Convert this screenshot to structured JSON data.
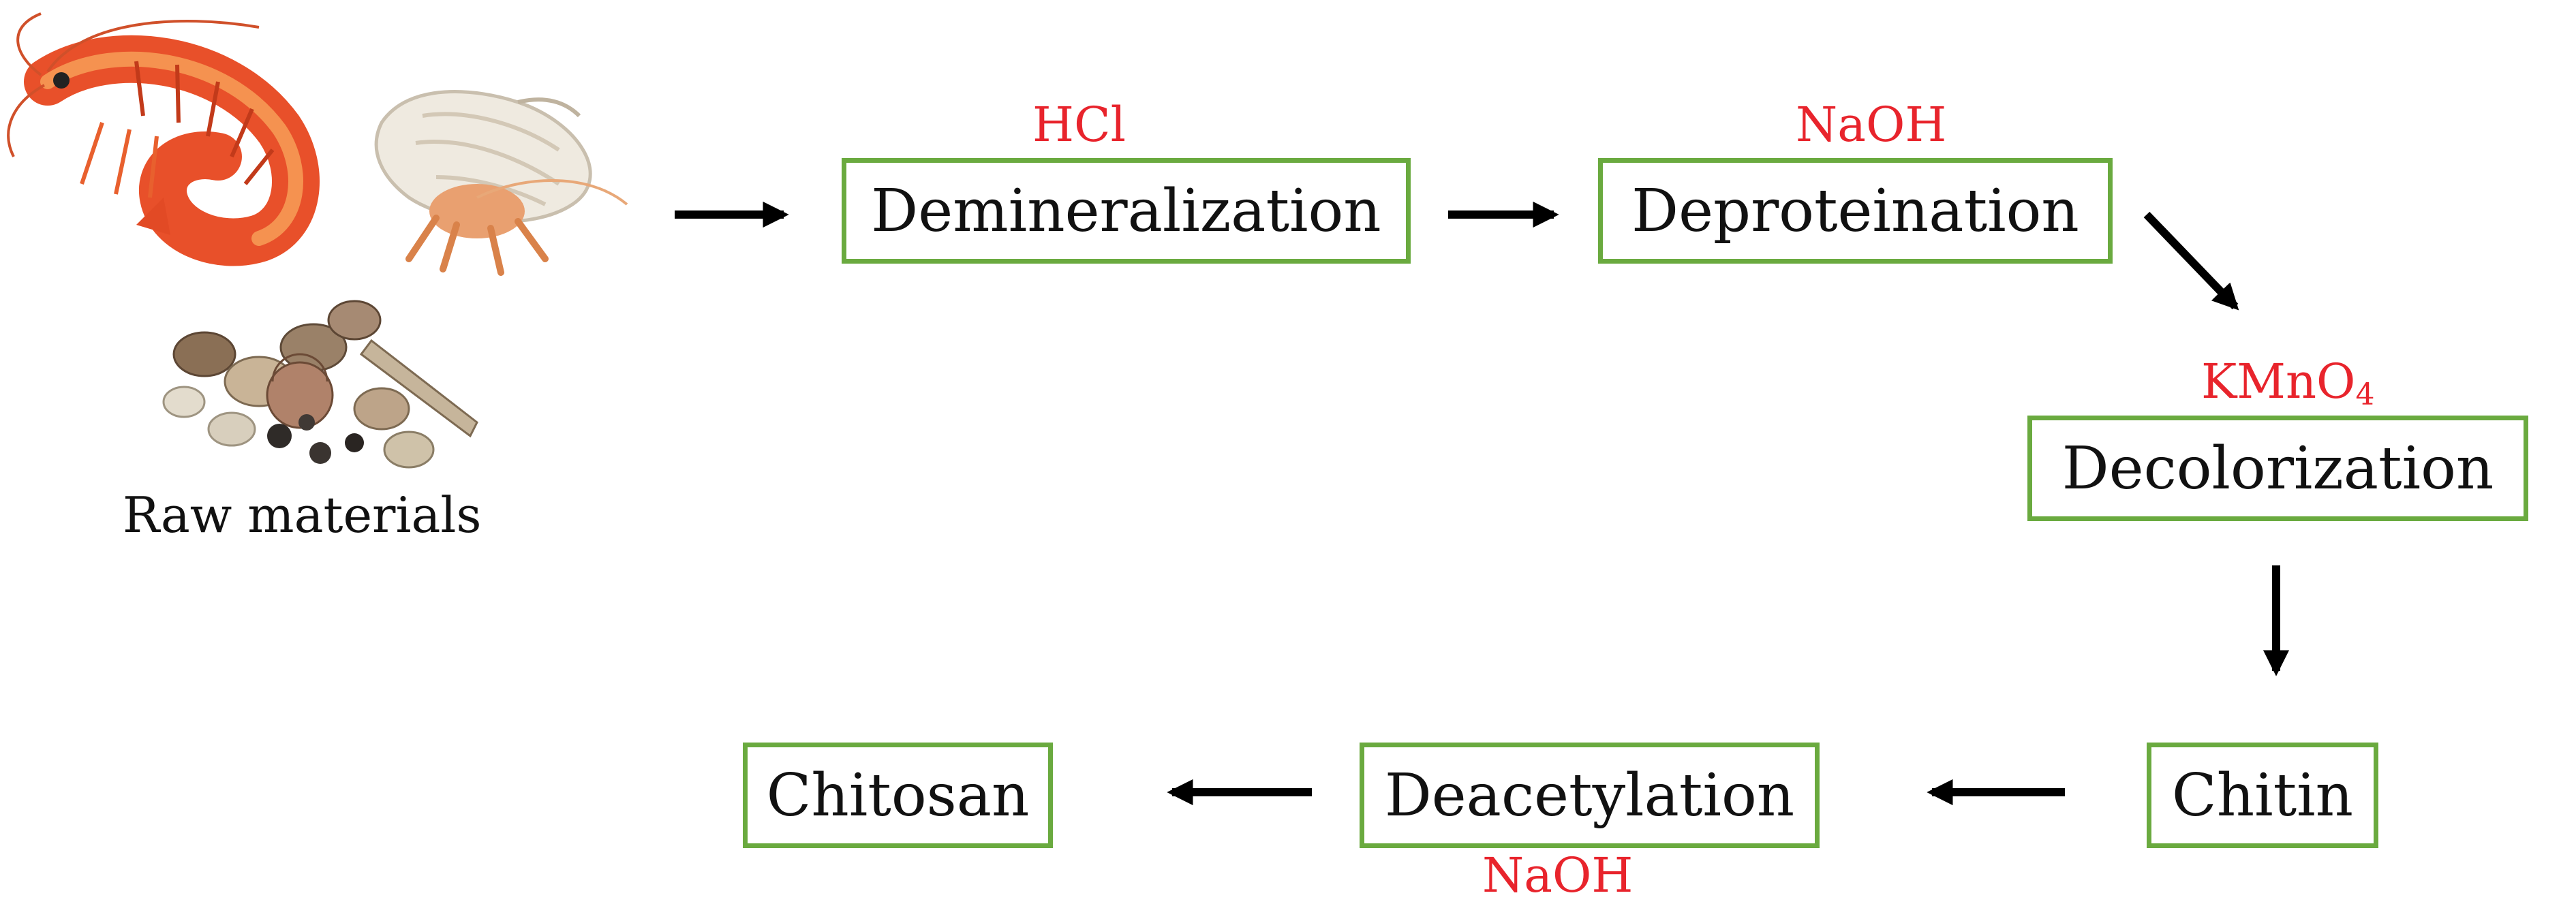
{
  "raw_materials": {
    "caption": "Raw materials",
    "images": [
      "shrimp-illustration",
      "hermit-crab-illustration",
      "shells-clams-illustration"
    ]
  },
  "steps": {
    "demineralization": {
      "label": "Demineralization",
      "reagent": "HCl"
    },
    "deproteination": {
      "label": "Deproteination",
      "reagent": "NaOH"
    },
    "decolorization": {
      "label": "Decolorization",
      "reagent_main": "KMnO",
      "reagent_sub": "4"
    },
    "chitin": {
      "label": "Chitin"
    },
    "deacetylation": {
      "label": "Deacetylation",
      "reagent": "NaOH"
    },
    "chitosan": {
      "label": "Chitosan"
    }
  },
  "colors": {
    "box_border": "#6aaa3f",
    "reagent_text": "#e8242c",
    "arrow": "#000000"
  }
}
